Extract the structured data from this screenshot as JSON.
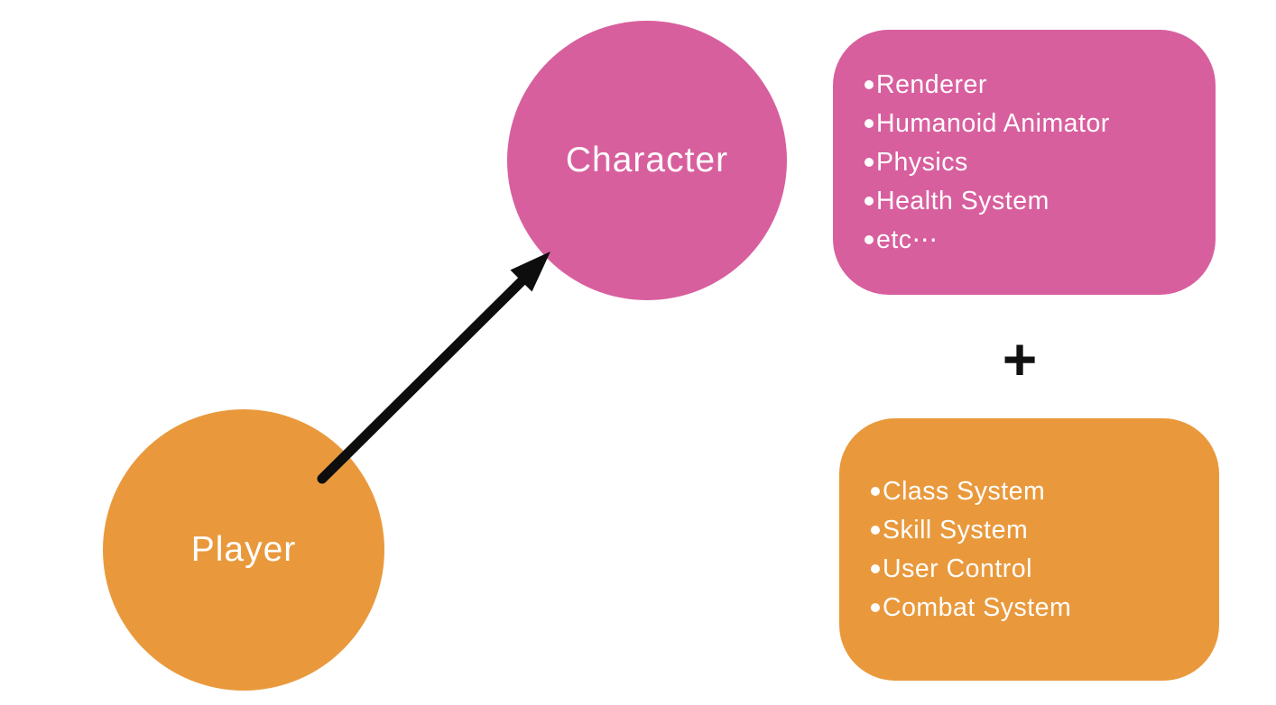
{
  "diagram": {
    "background_color": "#ffffff",
    "player_node": {
      "label": "Player",
      "color": "#e9993c",
      "text_color": "#ffffff"
    },
    "character_node": {
      "label": "Character",
      "color": "#d85f9e",
      "text_color": "#ffffff"
    },
    "arrow": {
      "color": "#0d0d0d",
      "from": "player-node",
      "to": "character-node"
    },
    "plus_label": "+",
    "character_components_panel": {
      "color": "#d85f9e",
      "items": [
        "Renderer",
        "Humanoid Animator",
        "Physics",
        "Health System",
        "etc⋯"
      ]
    },
    "player_components_panel": {
      "color": "#e9993c",
      "items": [
        "Class System",
        "Skill System",
        "User Control",
        "Combat System"
      ]
    }
  }
}
